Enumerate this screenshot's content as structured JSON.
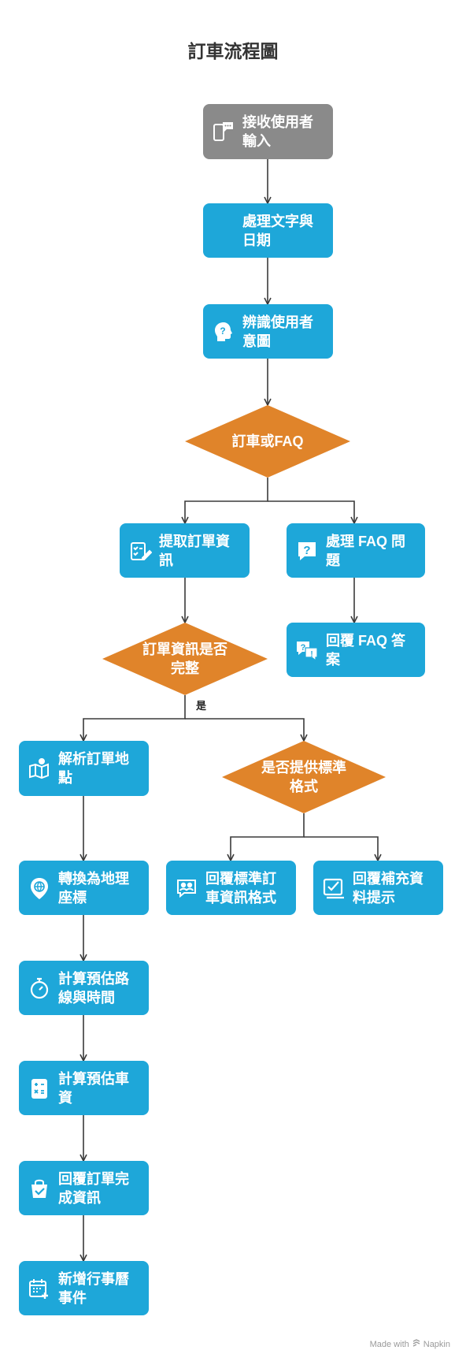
{
  "title": "訂車流程圖",
  "colors": {
    "process": "#1ea7d9",
    "input": "#8a8a8a",
    "decision": "#e0842a",
    "line": "#3a3a3a"
  },
  "nodes": {
    "receive_input": {
      "label": "接收使用者輸入",
      "icon": "phone-chat-icon"
    },
    "process_text_date": {
      "label": "處理文字與日期"
    },
    "identify_intent": {
      "label": "辨識使用者意圖",
      "icon": "head-question-icon"
    },
    "booking_or_faq": {
      "label": "訂車或FAQ"
    },
    "extract_order": {
      "label": "提取訂單資訊",
      "icon": "checklist-edit-icon"
    },
    "handle_faq": {
      "label": "處理 FAQ 問題",
      "icon": "question-bubble-icon"
    },
    "reply_faq": {
      "label": "回覆 FAQ 答案",
      "icon": "faq-bubbles-icon"
    },
    "order_complete": {
      "label": "訂單資訊是否完整"
    },
    "yes_label": "是",
    "parse_location": {
      "label": "解析訂單地點",
      "icon": "map-pin-icon"
    },
    "standard_format": {
      "label": "是否提供標準格式"
    },
    "to_coords": {
      "label": "轉換為地理座標",
      "icon": "globe-pin-icon"
    },
    "reply_standard": {
      "label": "回覆標準訂車資訊格式",
      "icon": "chat-people-icon"
    },
    "reply_supplement": {
      "label": "回覆補充資料提示",
      "icon": "check-doc-icon"
    },
    "estimate_route": {
      "label": "計算預估路線與時間",
      "icon": "stopwatch-icon"
    },
    "estimate_fare": {
      "label": "計算預估車資",
      "icon": "calculator-icon"
    },
    "reply_complete": {
      "label": "回覆訂單完成資訊",
      "icon": "bag-check-icon"
    },
    "calendar_event": {
      "label": "新增行事曆事件",
      "icon": "calendar-plus-icon"
    }
  },
  "footer": {
    "prefix": "Made with",
    "brand": "Napkin"
  }
}
